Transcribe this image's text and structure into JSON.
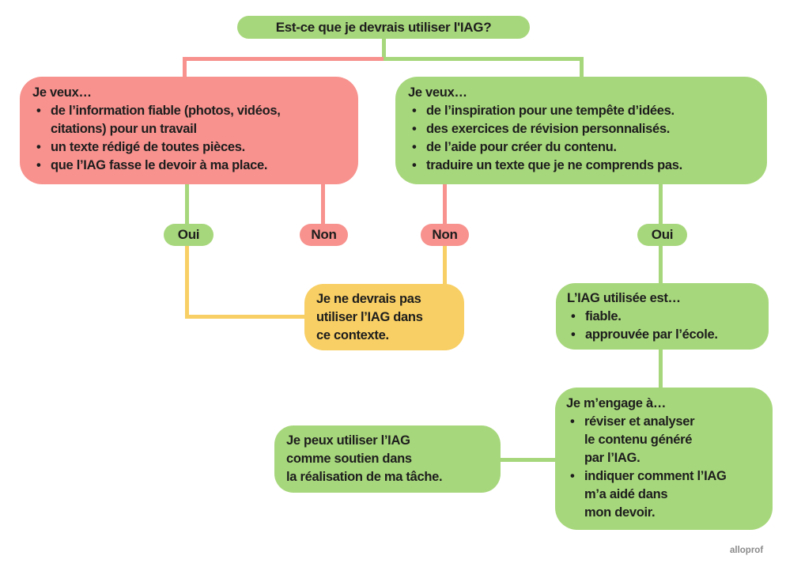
{
  "colors": {
    "green": "#a7d77c",
    "pink": "#f7928e",
    "yellow": "#f8cf64",
    "text": "#1d1d1d",
    "background": "#ffffff",
    "watermark": "#8a8a8a"
  },
  "watermark": "alloprof",
  "diagram": {
    "root": {
      "label": "Est-ce que je devrais utiliser l'IAG?"
    },
    "left": {
      "title": "Je veux…",
      "items": [
        "de l’information fiable (photos, vidéos,\ncitations) pour un travail",
        "un texte rédigé de toutes pièces.",
        "que l’IAG fasse le devoir à ma place."
      ],
      "answer_oui": "Oui",
      "answer_non": "Non"
    },
    "right": {
      "title": "Je veux…",
      "items": [
        "de l’inspiration pour une tempête d’idées.",
        "des exercices de révision personnalisés.",
        "de l’aide pour créer du contenu.",
        "traduire un texte que je ne comprends pas."
      ],
      "answer_non": "Non",
      "answer_oui": "Oui"
    },
    "stop": {
      "text": "Je ne devrais pas\nutiliser l’IAG dans\nce contexte."
    },
    "checks": {
      "title": "L’IAG utilisée est…",
      "items": [
        "fiable.",
        "approuvée par l’école."
      ]
    },
    "commitments": {
      "title": "Je m’engage à…",
      "items": [
        "réviser et analyser\nle contenu généré\npar l’IAG.",
        "indiquer comment l’IAG\nm’a aidé dans\nmon devoir."
      ]
    },
    "go": {
      "text": "Je peux utiliser l’IAG\ncomme soutien dans\nla réalisation de ma tâche."
    }
  }
}
